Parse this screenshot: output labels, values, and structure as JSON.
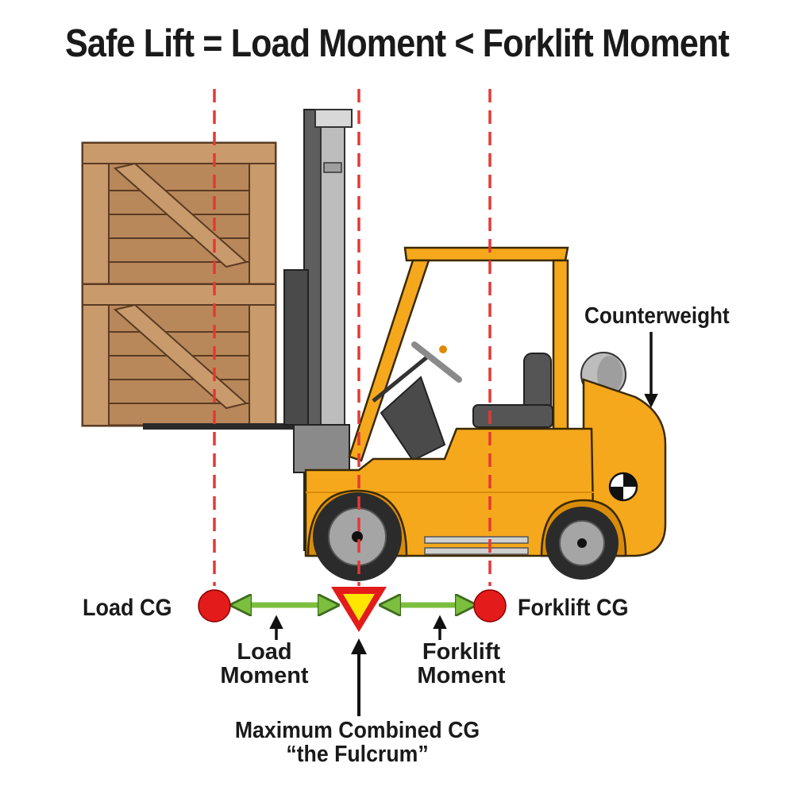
{
  "title": "Safe Lift = Load Moment < Forklift Moment",
  "labels": {
    "counterweight": "Counterweight",
    "load_cg": "Load CG",
    "forklift_cg": "Forklift CG",
    "load_moment": [
      "Load",
      "Moment"
    ],
    "forklift_moment": [
      "Forklift",
      "Moment"
    ],
    "fulcrum": [
      "Maximum Combined CG",
      "“the Fulcrum”"
    ]
  },
  "colors": {
    "guide_line": "#e53935",
    "cg_marker": "#e31b1b",
    "moment_arrow": "#7cbf3f",
    "fulcrum_fill": "#ffe600",
    "forklift_body": "#f5a81c",
    "forklift_shade": "#d98c0a",
    "crate": "#b8875a",
    "mast": "#6a6a6a"
  },
  "icons": {
    "load_cg": "red-circle-marker",
    "forklift_cg": "red-circle-marker",
    "fulcrum": "yellow-triangle-marker",
    "counterweight_cg": "checkered-circle-marker"
  }
}
